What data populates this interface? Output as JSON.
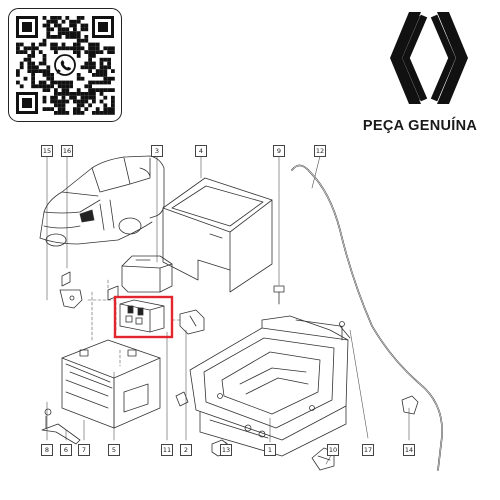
{
  "brand": {
    "tagline": "PEÇA GENUÍNA"
  },
  "callouts": {
    "c1": "1",
    "c2": "2",
    "c3": "3",
    "c4": "4",
    "c5": "5",
    "c6": "6",
    "c7": "7",
    "c8": "8",
    "c9": "9",
    "c10": "10",
    "c11": "11",
    "c12": "12",
    "c13": "13",
    "c14": "14",
    "c15": "15",
    "c16": "16",
    "c17": "17"
  },
  "highlight_color": "#e3262e",
  "icons": [
    "qr-code",
    "whatsapp-icon",
    "renault-logo"
  ]
}
